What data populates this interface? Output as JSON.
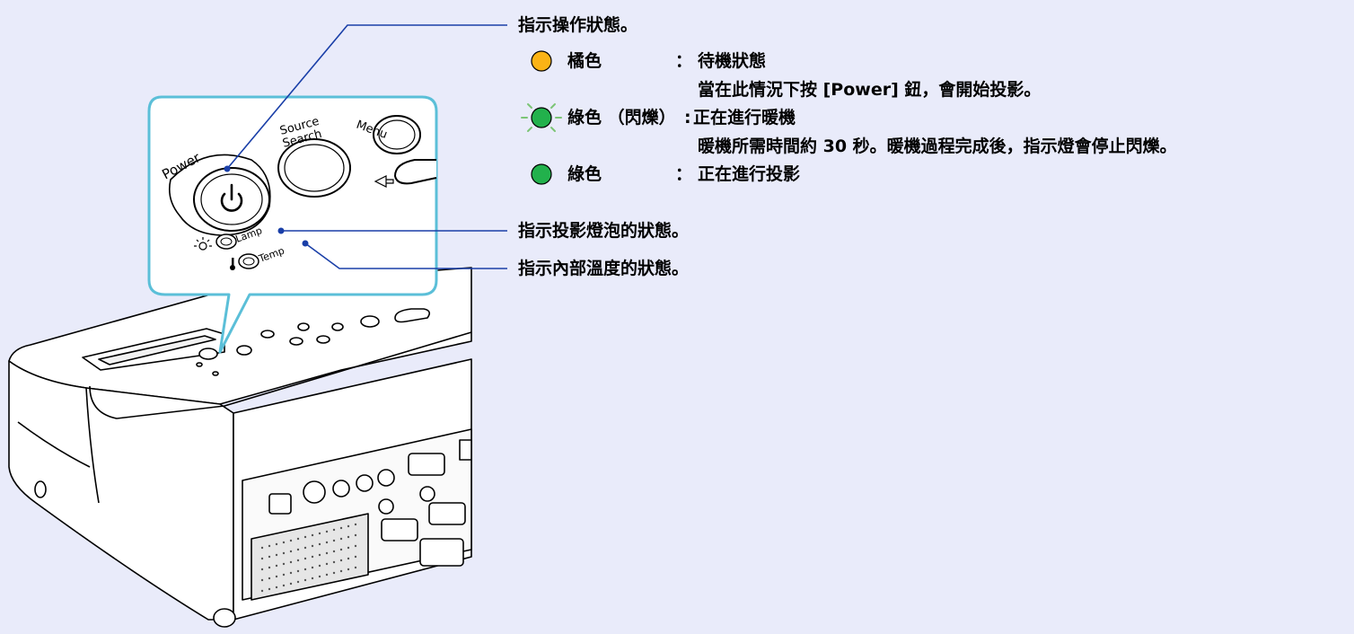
{
  "panel": {
    "menu_label": "Menu",
    "source_label_1": "Source",
    "source_label_2": "Search",
    "power_label": "Power",
    "lamp_label": "Lamp",
    "temp_label": "Temp"
  },
  "callouts": {
    "operation": "指示操作狀態。",
    "lamp": "指示投影燈泡的狀態。",
    "temp": "指示內部溫度的狀態。"
  },
  "states": [
    {
      "color_name": "橘色",
      "color": "#fbb315",
      "icon": "orange-led-icon",
      "separator": "：",
      "status": "待機狀態",
      "detail": "當在此情況下按 [Power] 鈕，會開始投影。"
    },
    {
      "color_name": "綠色 （閃爍）",
      "color": "#22b14c",
      "icon": "blinking-green-led-icon",
      "separator": ":",
      "status": "正在進行暖機",
      "detail": "暖機所需時間約 30 秒。暖機過程完成後，指示燈會停止閃爍。"
    },
    {
      "color_name": "綠色",
      "color": "#22b14c",
      "icon": "green-led-icon",
      "separator": "：",
      "status": "正在進行投影",
      "detail": ""
    }
  ],
  "colors": {
    "background": "#e9ebfa",
    "line": "#1a3fa8",
    "panel_border": "#5bbfd8"
  }
}
